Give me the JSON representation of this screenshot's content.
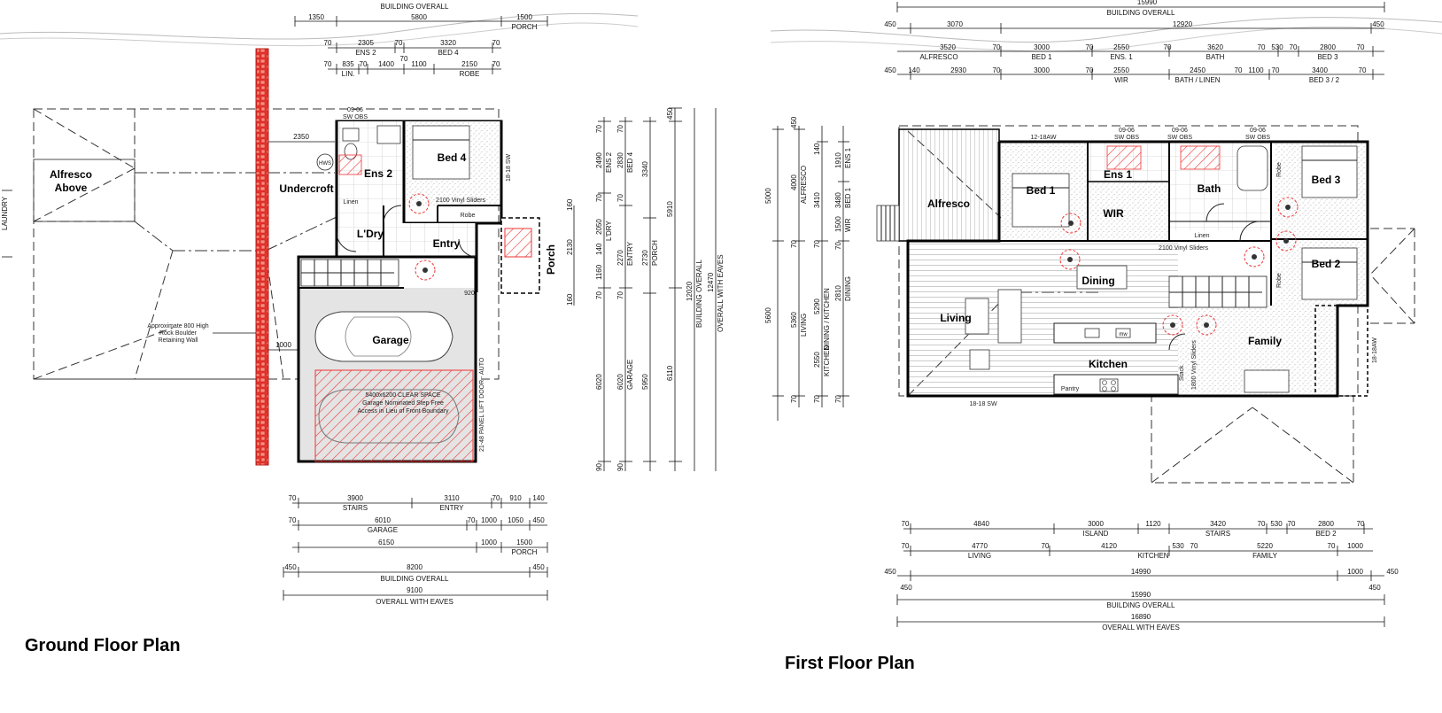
{
  "ground": {
    "title": "Ground Floor Plan",
    "rooms": {
      "alfresco_above": [
        "Alfresco",
        "Above"
      ],
      "undercroft": "Undercroft",
      "ens2": "Ens 2",
      "bed4": "Bed 4",
      "ldry": "L'Dry",
      "entry": "Entry",
      "porch": "Porch",
      "garage": "Garage"
    },
    "labels": {
      "laundry": "LAUNDRY",
      "hws": "HWS",
      "linen": "Linen",
      "robe": "Robe",
      "sliders": "2100 Vinyl Sliders",
      "sw_obs": "SW OBS",
      "win_0906": "09-06",
      "win_1818": "18-18 SW",
      "lift_door": "21-48 PANEL LIFT DOOR - AUTO",
      "clear_space": [
        "5400x6200 CLEAR SPACE",
        "Garage Nominated Step Free",
        "Access in Lieu of Front Boundary"
      ],
      "retaining": [
        "Approximate 800 High",
        "Rock Boulder",
        "Retaining Wall"
      ],
      "dim_2350": "2350",
      "dim_1000": "1000",
      "dim_920": "920"
    },
    "top_dims": {
      "overall": "BUILDING OVERALL",
      "r1": [
        "1350",
        "5800",
        "1500"
      ],
      "porch": "PORCH",
      "r2": [
        "70",
        "2305",
        "70",
        "3320",
        "70"
      ],
      "r2_lbl": [
        "ENS 2",
        "BED 4"
      ],
      "r3": [
        "70",
        "835",
        "70",
        "1400",
        "1100",
        "2150",
        "70",
        "70"
      ],
      "r3_lbl": [
        "LIN.",
        "ROBE"
      ]
    },
    "bottom_dims": {
      "r1": [
        "70",
        "3900",
        "3110",
        "70",
        "910",
        "140"
      ],
      "r1_lbl": [
        "STAIRS",
        "ENTRY"
      ],
      "r2": [
        "70",
        "6010",
        "70",
        "1000",
        "1050",
        "450"
      ],
      "r2_lbl": [
        "GARAGE"
      ],
      "r3": [
        "6150",
        "1000",
        "1500"
      ],
      "r3_lbl": [
        "PORCH"
      ],
      "r4": [
        "450",
        "8200",
        "450"
      ],
      "r4_lbl": "BUILDING OVERALL",
      "r5": "9100",
      "r5_lbl": "OVERALL WITH EAVES"
    },
    "side_dims": {
      "c1": [
        "70",
        "2490",
        "70",
        "2050",
        "140",
        "1160",
        "70",
        "6020",
        "90"
      ],
      "c1_lbl": [
        "ENS 2",
        "L'DRY"
      ],
      "c2": [
        "70",
        "2830",
        "70",
        "2270",
        "70",
        "6020",
        "90"
      ],
      "c2_lbl": [
        "BED 4",
        "ENTRY",
        "GARAGE"
      ],
      "c3": [
        "3340",
        "2730",
        "5950"
      ],
      "c3_lbl": [
        "PORCH"
      ],
      "c4": [
        "450",
        "5910",
        "6110"
      ],
      "c5": "12020",
      "c5_lbl": "BUILDING OVERALL",
      "c6": "12470",
      "c6_lbl": "OVERALL WITH EAVES",
      "left": [
        "160",
        "2130",
        "160"
      ]
    }
  },
  "first": {
    "title": "First Floor Plan",
    "rooms": {
      "alfresco": "Alfresco",
      "bed1": "Bed 1",
      "wir": "WIR",
      "ens1": "Ens 1",
      "bath": "Bath",
      "bed3": "Bed 3",
      "bed2": "Bed 2",
      "dining": "Dining",
      "living": "Living",
      "kitchen": "Kitchen",
      "family": "Family"
    },
    "labels": {
      "linen": "Linen",
      "pantry": "Pantry",
      "stack": "Stack",
      "robe": "Robe",
      "sliders": "2100 Vinyl Sliders",
      "sliders2": "1800 Vinyl Sliders",
      "sw_obs": "SW OBS",
      "win_0906": "09-06",
      "win_1218": "12-18AW",
      "win_1818": "18-18 SW",
      "win_1818aw": "18-18AW",
      "mw": "mw"
    },
    "top_dims": {
      "overall_val": "15990",
      "overall": "BUILDING OVERALL",
      "r1": [
        "450",
        "3070",
        "12920",
        "450"
      ],
      "r2": [
        "3520",
        "70",
        "3000",
        "70",
        "2550",
        "70",
        "3620",
        "70",
        "530",
        "70",
        "2800",
        "70"
      ],
      "r2_lbl": [
        "ALFRESCO",
        "BED 1",
        "ENS. 1",
        "BATH",
        "BED 3"
      ],
      "r3": [
        "450",
        "140",
        "2930",
        "70",
        "3000",
        "70",
        "2550",
        "2450",
        "70",
        "1100",
        "70",
        "3400",
        "70"
      ],
      "r3_lbl": [
        "WIR",
        "BATH / LINEN",
        "BED 3 / 2"
      ]
    },
    "bottom_dims": {
      "r1": [
        "70",
        "4840",
        "3000",
        "1120",
        "3420",
        "70",
        "530",
        "70",
        "2800",
        "70"
      ],
      "r1_lbl": [
        "ISLAND",
        "STAIRS",
        "BED 2"
      ],
      "r2": [
        "70",
        "4770",
        "70",
        "4120",
        "530",
        "70",
        "5220",
        "70",
        "1000"
      ],
      "r2_lbl": [
        "LIVING",
        "KITCHEN",
        "FAMILY"
      ],
      "r3": [
        "450",
        "14990",
        "1000",
        "450"
      ],
      "r4": [
        "450",
        "15990",
        "450"
      ],
      "r4_lbl": "BUILDING OVERALL",
      "r5": "16890",
      "r5_lbl": "OVERALL WITH EAVES"
    },
    "side_dims": {
      "c1": [
        "450",
        "4000",
        "70",
        "5360",
        "70"
      ],
      "c1_lbl": [
        "ALFRESCO",
        "LIVING"
      ],
      "c2": [
        "140",
        "3410",
        "70",
        "5290",
        "2550",
        "70"
      ],
      "c2_lbl": [
        "DINING / KITCHEN",
        "KITCHEN"
      ],
      "c3": [
        "1910",
        "3480",
        "1500",
        "70",
        "2810",
        "70"
      ],
      "c3_lbl": [
        "ENS 1",
        "BED 1",
        "WIR",
        "DINING"
      ],
      "c0": [
        "5000",
        "5600"
      ]
    }
  }
}
